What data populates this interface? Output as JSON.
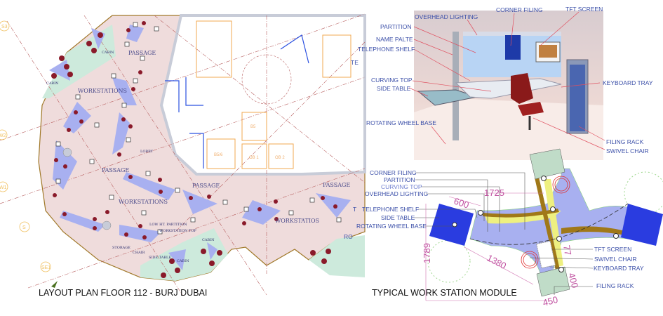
{
  "left_plan": {
    "title": "LAYOUT PLAN  FLOOR 112 - BURJ DUBAI",
    "zones": {
      "passage_1": "PASSAGE",
      "passage_2": "PASSAGE",
      "passage_3": "PASSAGE",
      "passage_4": "PASSAGE",
      "workstations_1": "WORKSTATIONS",
      "workstations_2": "WORKSTATIONS",
      "workstations_3": "WORKSTATIOS",
      "lobby": "LOBBY",
      "cabin_1": "CABIN",
      "cabin_2": "CABIN",
      "cabin_3": "CABIN",
      "cabin_4": "CABIN"
    },
    "annotations": {
      "low_partition": "LOW HT. PARTITION",
      "workstation_top": "WORKSTATION TOP",
      "storage": "STORAGE",
      "chair": "CHAIR",
      "side_table": "SIDE TABLE"
    },
    "grid_labels": [
      "S3",
      "W2",
      "W1",
      "S",
      "SE1"
    ],
    "room_labels": [
      "B5",
      "B5/6",
      "OB 1",
      "OB 2"
    ],
    "cut_labels": [
      "TE",
      "T",
      "RO"
    ]
  },
  "photo": {
    "callouts": {
      "overhead_lighting": "OVERHEAD LIGHTING",
      "corner_filing": "CORNER FILING",
      "tft_screen": "TFT SCREEN",
      "partition": "PARTITION",
      "name_plate": "NAME PALTE",
      "telephone_shelf": "TELEPHONE SHELF",
      "curving_top": "CURVING TOP",
      "side_table": "SIDE TABLE",
      "keyboard_tray": "KEYBOARD TRAY",
      "rotating_wheel_base": "ROTATING WHEEL BASE",
      "filing_rack": "FILING RACK",
      "swivel_chair": "SWIVEL CHAIR"
    }
  },
  "module": {
    "title": "TYPICAL WORK STATION MODULE",
    "callouts": {
      "corner_filing": "CORNER FILING",
      "partition": "PARTITION",
      "curving_top": "CURVING TOP",
      "overhead_lighting": "OVERHEAD LIGHTING",
      "telephone_shelf": "TELEPHONE SHELF",
      "side_table": "SIDE TABLE",
      "rotating_wheel_base": "ROTATING WHEEL BASE",
      "tft_screen": "TFT SCREEN",
      "swivel_chair": "SWIVEL CHAIR",
      "keyboard_tray": "KEYBOARD TRAY",
      "filing_rack": "FILING RACK"
    },
    "dimensions": {
      "d600": "600",
      "d1725": "1725",
      "d1789": "1789",
      "d1380": "1380",
      "d400": "400",
      "d450": "450",
      "d77": "77"
    }
  },
  "colors": {
    "floor": "#efdcdc",
    "cabin": "#cdeadc",
    "desk": "#a8b0f0",
    "chair": "#8a1a2a",
    "wall": "#c8ccd8",
    "callout": "#3b4fa8",
    "dimension": "#c050a0",
    "partition": "#a07818",
    "top": "#eef080",
    "blue": "#2a3ce0"
  }
}
